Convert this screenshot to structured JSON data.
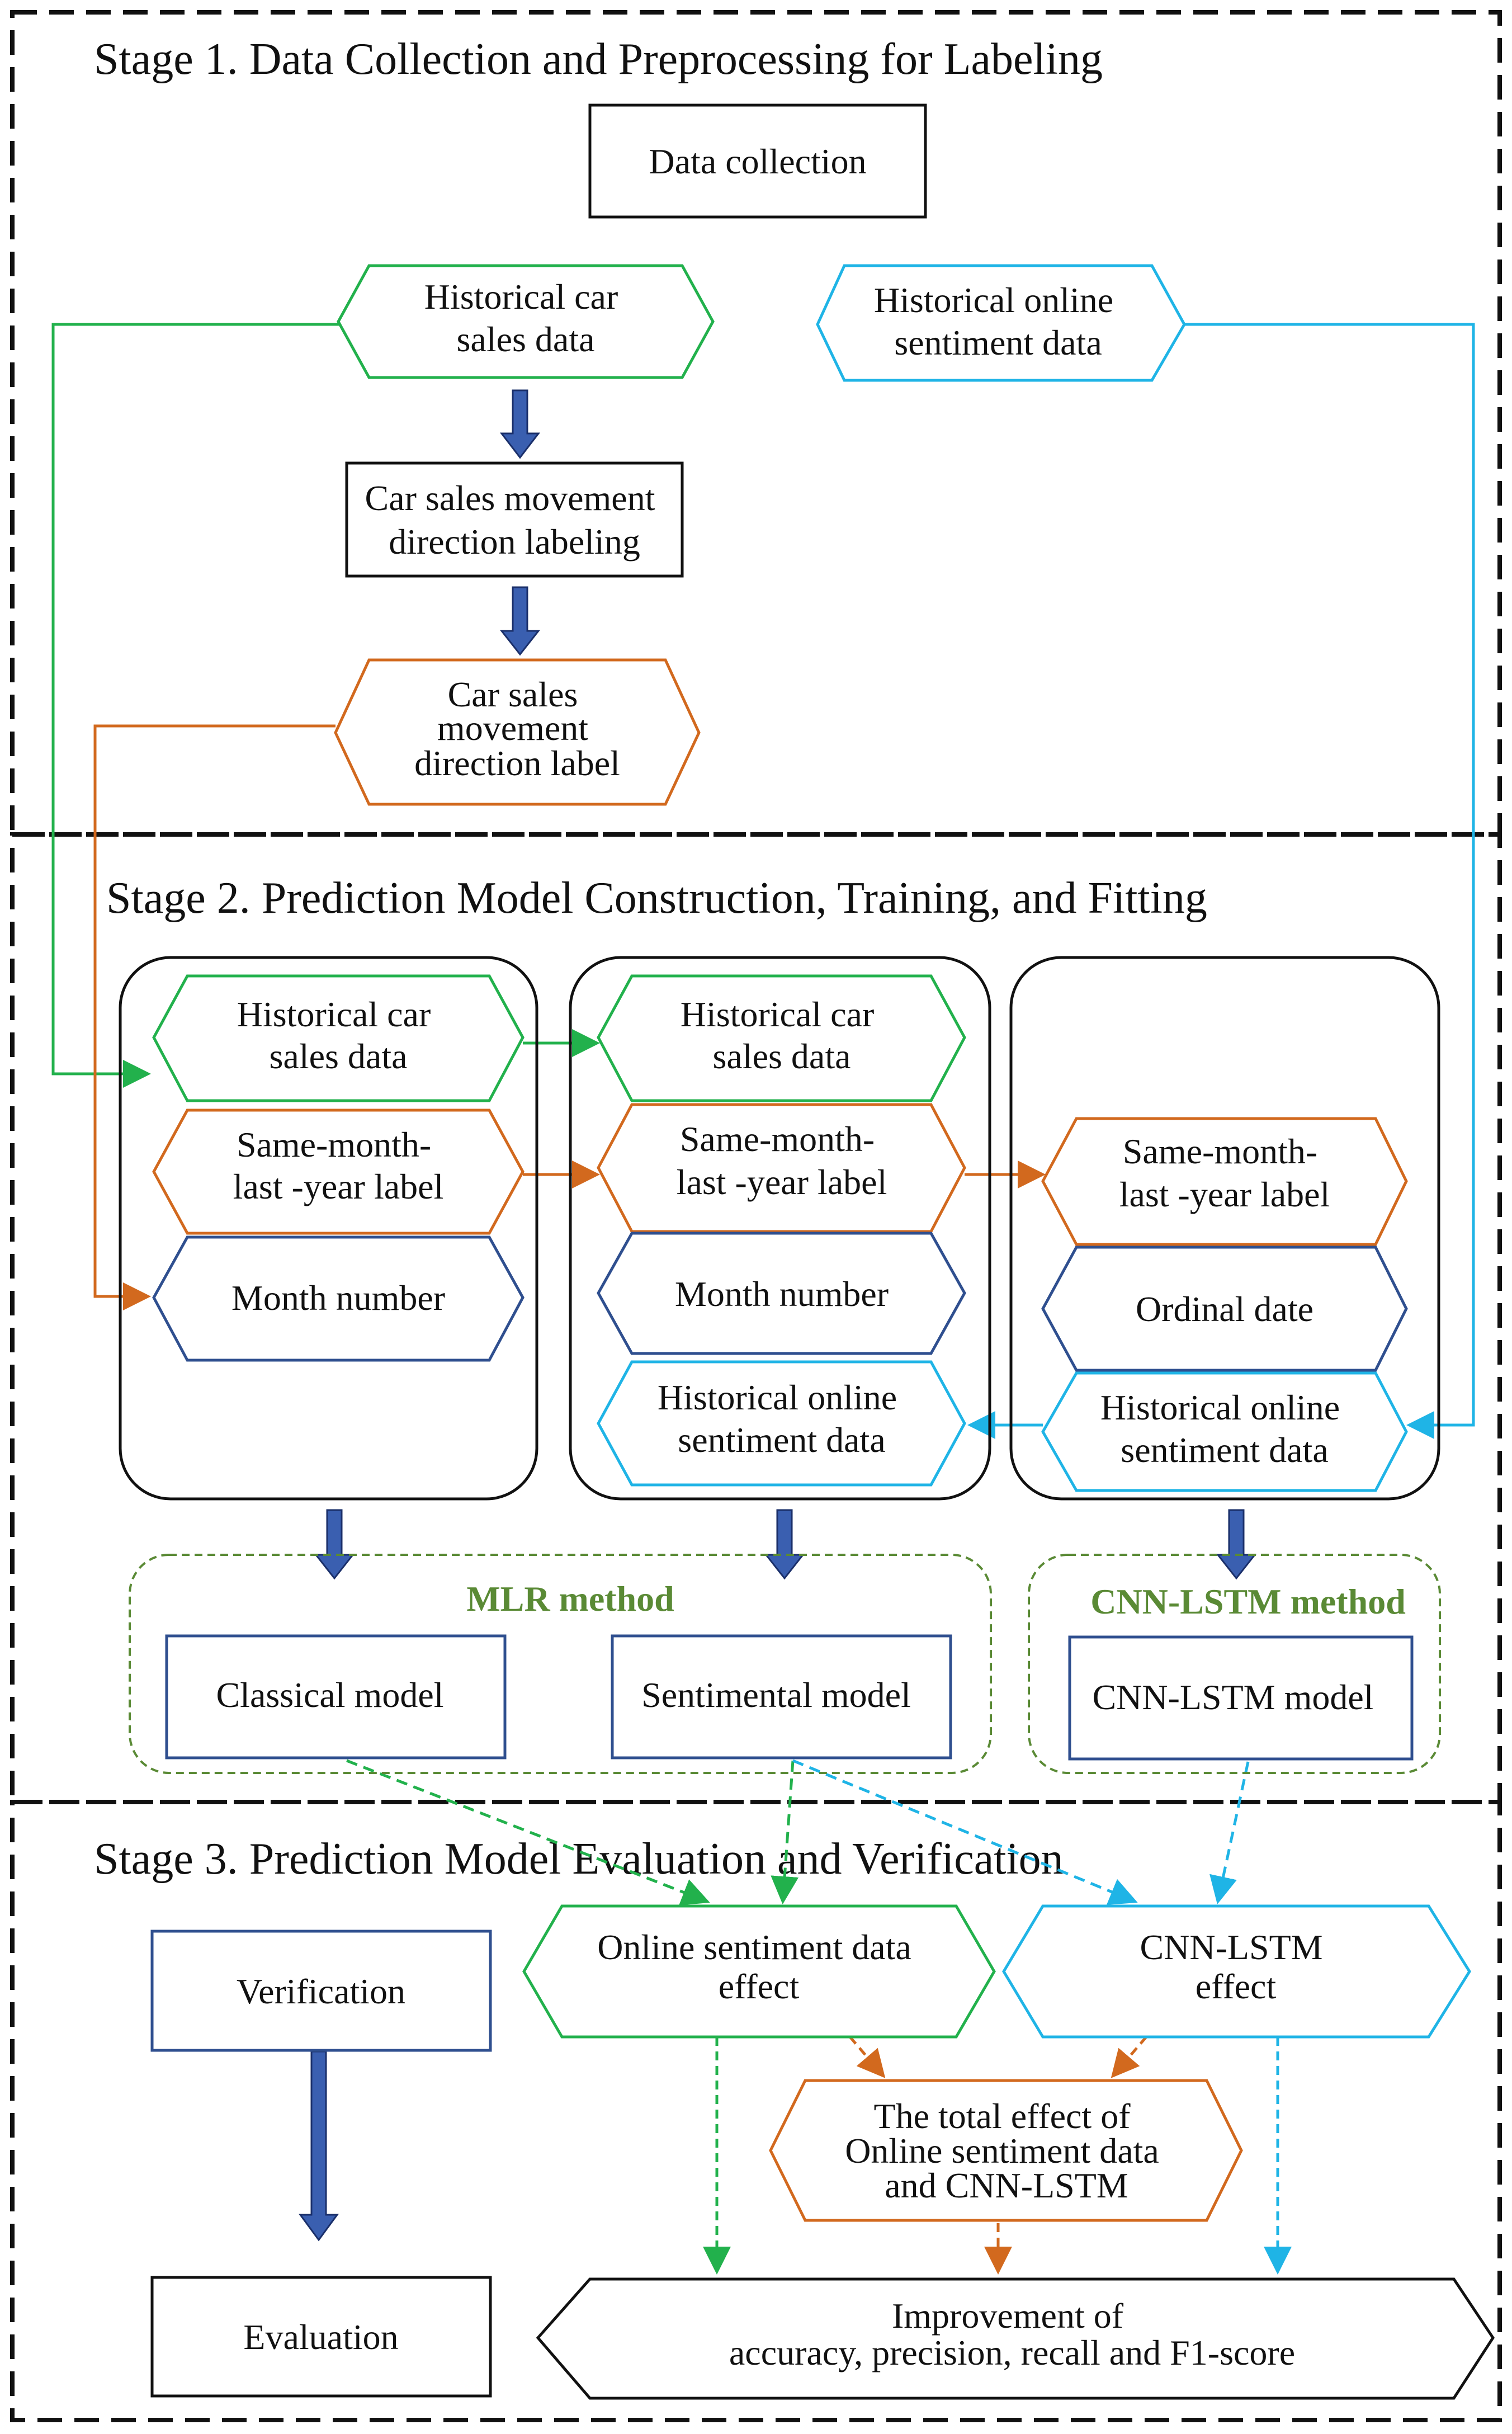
{
  "stages": {
    "s1": "Stage 1. Data Collection and Preprocessing for Labeling",
    "s2": "Stage 2. Prediction Model Construction, Training, and Fitting",
    "s3": "Stage 3. Prediction Model Evaluation and Verification"
  },
  "stage1": {
    "data_collection": [
      "Data collection"
    ],
    "hist_car_sales": [
      "Historical car",
      "sales data"
    ],
    "hist_sentiment": [
      "Historical online",
      "sentiment data"
    ],
    "labeling": [
      "Car sales movement",
      "direction labeling"
    ],
    "label": [
      "Car sales",
      "movement",
      "direction label"
    ]
  },
  "stage2": {
    "col1": {
      "car_sales": [
        "Historical car",
        "sales data"
      ],
      "same_month": [
        "Same-month-",
        "last -year label"
      ],
      "month_number": [
        "Month number"
      ]
    },
    "col2": {
      "car_sales": [
        "Historical car",
        "sales data"
      ],
      "same_month": [
        "Same-month-",
        "last -year label"
      ],
      "month_number": [
        "Month number"
      ],
      "sentiment": [
        "Historical online",
        "sentiment data"
      ]
    },
    "col3": {
      "same_month": [
        "Same-month-",
        "last -year label"
      ],
      "ordinal_date": [
        "Ordinal date"
      ],
      "sentiment": [
        "Historical online",
        "sentiment data"
      ]
    },
    "mlr_method": "MLR method",
    "cnn_method": "CNN-LSTM method",
    "classical_model": [
      "Classical model"
    ],
    "sentimental_model": [
      "Sentimental model"
    ],
    "cnn_model": [
      "CNN-LSTM model"
    ]
  },
  "stage3": {
    "verification": [
      "Verification"
    ],
    "evaluation": [
      "Evaluation"
    ],
    "sentiment_effect": [
      "Online sentiment data",
      "effect"
    ],
    "cnn_effect": [
      "CNN-LSTM",
      "effect"
    ],
    "total_effect": [
      "The total effect of",
      "Online sentiment data",
      "and CNN-LSTM"
    ],
    "improvement": [
      "Improvement of",
      "accuracy, precision, recall and F1-score"
    ]
  },
  "colors": {
    "green": "#22b14c",
    "cyan": "#1fb4e6",
    "orange": "#d2691e",
    "navy": "#2f4f8f",
    "method_green": "#5a8a35",
    "blue_arrow": "#3a5fb0"
  }
}
